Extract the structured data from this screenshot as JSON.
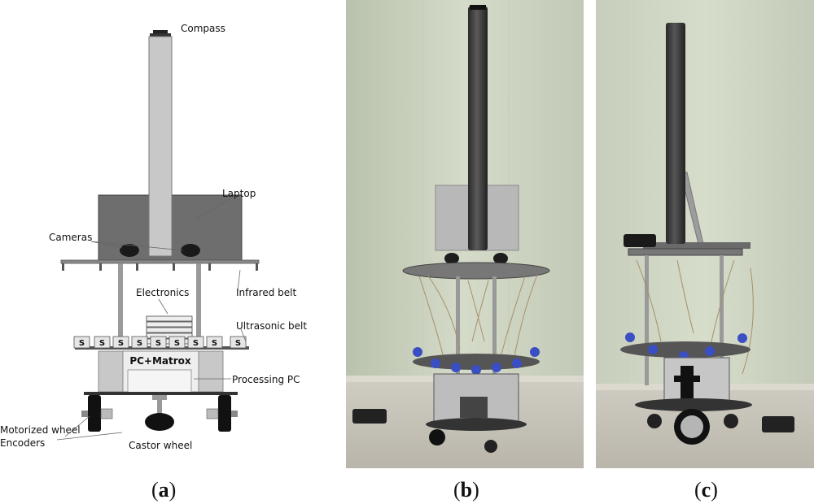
{
  "figure": {
    "diagram": {
      "labels": {
        "compass": "Compass",
        "laptop": "Laptop",
        "cameras": "Cameras",
        "infrared_belt": "Infrared belt",
        "electronics": "Electronics",
        "ultrasonic_belt": "Ultrasonic belt",
        "processing_pc": "Processing PC",
        "motorized_wheel": "Motorized wheel",
        "encoders": "Encoders",
        "castor_wheel": "Castor wheel",
        "pc_matrox": "PC+Matrox",
        "sonar_letter": "S"
      }
    },
    "captions": {
      "a": {
        "open": "(",
        "letter": "a",
        "close": ")"
      },
      "b": {
        "open": "(",
        "letter": "b",
        "close": ")"
      },
      "c": {
        "open": "(",
        "letter": "c",
        "close": ")"
      }
    },
    "colors": {
      "mast_fill": "#c8c8c8",
      "laptop_fill": "#6e6e6e",
      "platform_fill": "#9a9a9a",
      "photo_wall": "#c9d1bf",
      "photo_floor": "#c6c3ba"
    }
  }
}
